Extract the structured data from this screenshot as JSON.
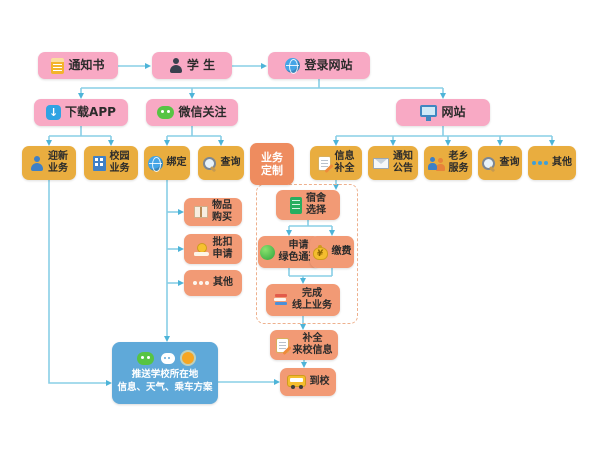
{
  "colors": {
    "pink": "#f8a9c4",
    "gold": "#e9ad3f",
    "orange": "#f29a75",
    "deep_orange": "#ee8c5f",
    "blue_panel": "#5fa9d9",
    "arrow": "#88cfe6"
  },
  "nodes": {
    "notice": {
      "label": "通知书",
      "icon": "document-icon"
    },
    "student": {
      "label": "学 生",
      "icon": "student-icon"
    },
    "login": {
      "label": "登录网站",
      "icon": "globe-icon"
    },
    "app": {
      "label": "下载APP",
      "icon": "app-download-icon"
    },
    "wechat": {
      "label": "微信关注",
      "icon": "wechat-icon"
    },
    "website": {
      "label": "网站",
      "icon": "monitor-icon"
    },
    "welcome": {
      "label": "迎新\n业务",
      "icon": "person-icon"
    },
    "campus": {
      "label": "校园\n业务",
      "icon": "building-icon"
    },
    "bind": {
      "label": "绑定",
      "icon": "globe-icon"
    },
    "query_wechat": {
      "label": "查询",
      "icon": "search-icon"
    },
    "custom": {
      "label": "业务\n定制"
    },
    "info_fill": {
      "label": "信息\n补全",
      "icon": "form-pencil-icon"
    },
    "announce": {
      "label": "通知\n公告",
      "icon": "envelope-icon"
    },
    "hometown": {
      "label": "老乡\n服务",
      "icon": "people-icon"
    },
    "query_web": {
      "label": "查询",
      "icon": "search-icon"
    },
    "other_web": {
      "label": "其他",
      "icon": "dots-icon"
    },
    "purchase": {
      "label": "物品\n购买",
      "icon": "package-icon"
    },
    "deduct": {
      "label": "批扣\n申请",
      "icon": "coin-hand-icon"
    },
    "other_wechat": {
      "label": "其他",
      "icon": "dots-icon"
    },
    "dorm": {
      "label": "宿舍\n选择",
      "icon": "bunk-bed-icon"
    },
    "green_channel": {
      "label": "申请\n绿色通道",
      "icon": "green-circle-icon"
    },
    "pay": {
      "label": "缴费",
      "icon": "money-bag-icon"
    },
    "complete": {
      "label": "完成\n线上业务",
      "icon": "cards-icon"
    },
    "fill_info": {
      "label": "补全\n来校信息",
      "icon": "form-pencil-icon"
    },
    "arrive": {
      "label": "到校",
      "icon": "bus-icon"
    },
    "push_panel": {
      "line1": "推送学校所在地",
      "line2": "信息、天气、乘车方案",
      "icons": [
        "wechat-icon",
        "chat-bubble-icon",
        "sun-icon"
      ]
    }
  }
}
